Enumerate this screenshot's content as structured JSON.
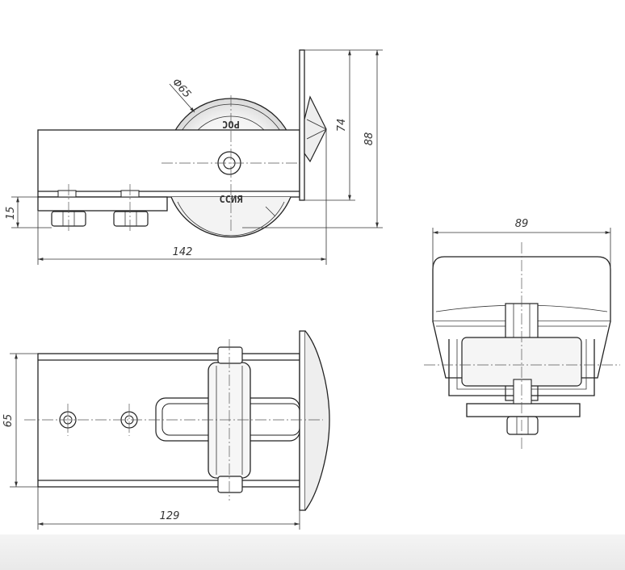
{
  "drawing": {
    "side_view": {
      "dim_length": "142",
      "dim_plate_thickness": "15",
      "dim_height_inner": "74",
      "dim_height_total": "88",
      "dim_wheel_diameter": "Φ65",
      "wheel_stamp_top": "РОС",
      "wheel_stamp_bottom": "ССИЯ"
    },
    "top_view": {
      "dim_width": "65",
      "dim_length": "129"
    },
    "end_view": {
      "dim_width": "89"
    }
  }
}
